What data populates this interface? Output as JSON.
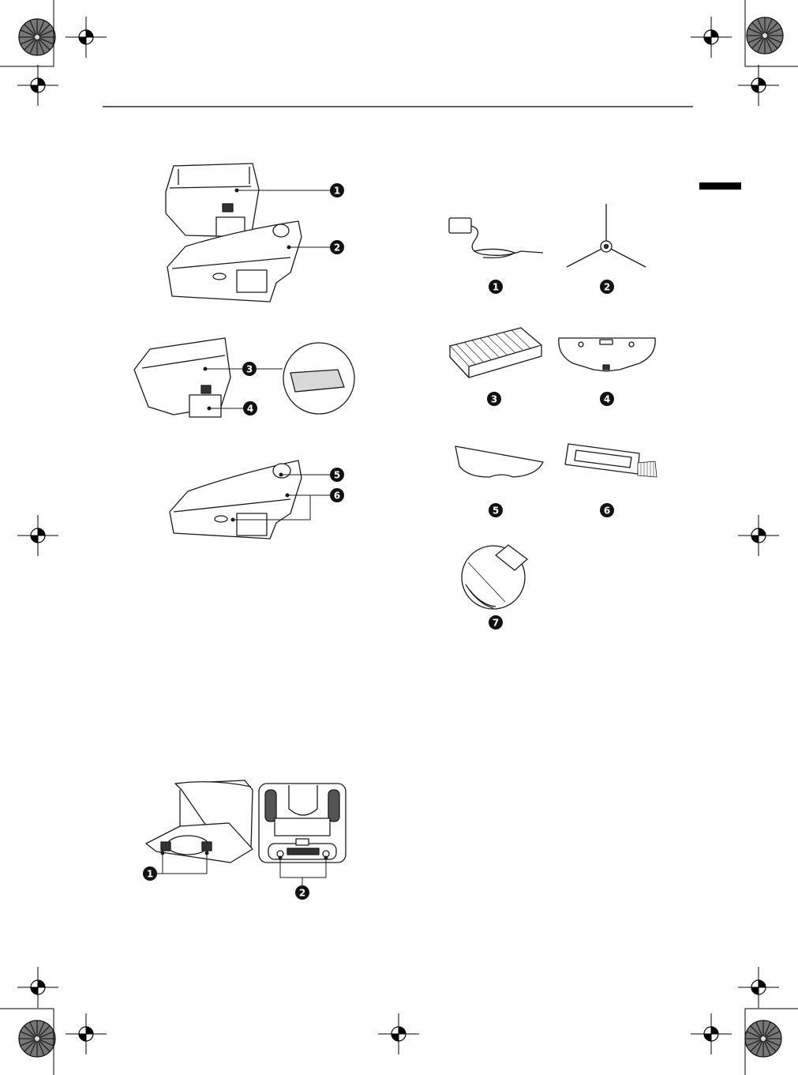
{
  "colors": {
    "ink": "#1a1a1a",
    "paper": "#ffffff",
    "fill_gray": "#e6e6e6",
    "lang_tab": "#000000"
  },
  "callout_numbers": {
    "dust_bin": [
      "1",
      "2",
      "3",
      "4",
      "5",
      "6"
    ],
    "accessories": [
      "1",
      "2",
      "3",
      "4",
      "5",
      "6",
      "7"
    ],
    "station": [
      "1",
      "2"
    ]
  },
  "icons": {
    "registration_mark": "crosshair-circle-icon",
    "printer_color_target": "starburst-target-icon"
  }
}
